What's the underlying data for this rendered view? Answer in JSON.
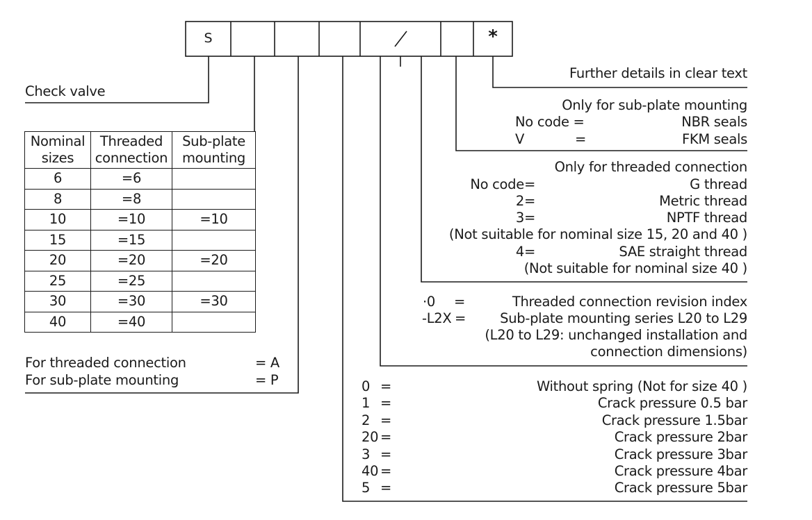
{
  "code_boxes": [
    "S",
    "",
    "",
    "",
    "",
    "",
    "*"
  ],
  "slash_mark": "/",
  "check_valve": "Check valve",
  "further_details": "Further details in clear text",
  "seals": {
    "heading": "Only for sub-plate mounting",
    "rows": [
      {
        "code": "No code =",
        "eq": "",
        "value": "NBR seals"
      },
      {
        "code": "V",
        "eq": "=",
        "value": "FKM seals"
      }
    ]
  },
  "threads": {
    "heading": "Only for threaded connection",
    "rows": [
      {
        "code": "No code=",
        "value": "G thread"
      },
      {
        "code": "2=",
        "value": "Metric thread"
      },
      {
        "code": "3=",
        "value": "NPTF thread"
      },
      {
        "code": "",
        "value": "(Not suitable for nominal size 15, 20 and 40 )"
      },
      {
        "code": "4=",
        "value": "SAE straight thread"
      },
      {
        "code": "",
        "value": "(Not suitable for nominal size 40 )"
      }
    ]
  },
  "revision": {
    "rows": [
      {
        "code": "·0",
        "eq": "=",
        "value": "Threaded connection revision index"
      },
      {
        "code": "-L2X",
        "eq": "=",
        "value": "Sub-plate mounting series L20 to L29"
      },
      {
        "code": "",
        "eq": "",
        "value": "(L20 to L29: unchanged installation and"
      },
      {
        "code": "",
        "eq": "",
        "value": "connection dimensions)"
      }
    ]
  },
  "springs": {
    "rows": [
      {
        "code": "0",
        "eq": "=",
        "value": "Without spring (Not for size 40 )"
      },
      {
        "code": "1",
        "eq": "=",
        "value": "Crack pressure 0.5 bar"
      },
      {
        "code": "2",
        "eq": "=",
        "value": "Crack pressure 1.5bar"
      },
      {
        "code": "20",
        "eq": "=",
        "value": "Crack pressure 2bar"
      },
      {
        "code": "3",
        "eq": "=",
        "value": "Crack pressure 3bar"
      },
      {
        "code": "40",
        "eq": "=",
        "value": "Crack pressure 4bar"
      },
      {
        "code": "5",
        "eq": "=",
        "value": "Crack pressure 5bar"
      }
    ]
  },
  "connection_type": {
    "rows": [
      {
        "label": "For threaded connection",
        "code": "= A"
      },
      {
        "label": "For sub-plate mounting",
        "code": "= P"
      }
    ]
  },
  "size_table": {
    "headers": [
      [
        "Nominal",
        "sizes"
      ],
      [
        "Threaded",
        "connection"
      ],
      [
        "Sub-plate",
        "mounting"
      ]
    ],
    "rows": [
      [
        "6",
        "=6",
        ""
      ],
      [
        "8",
        "=8",
        ""
      ],
      [
        "10",
        "=10",
        "=10"
      ],
      [
        "15",
        "=15",
        ""
      ],
      [
        "20",
        "=20",
        "=20"
      ],
      [
        "25",
        "=25",
        ""
      ],
      [
        "30",
        "=30",
        "=30"
      ],
      [
        "40",
        "=40",
        ""
      ]
    ]
  }
}
